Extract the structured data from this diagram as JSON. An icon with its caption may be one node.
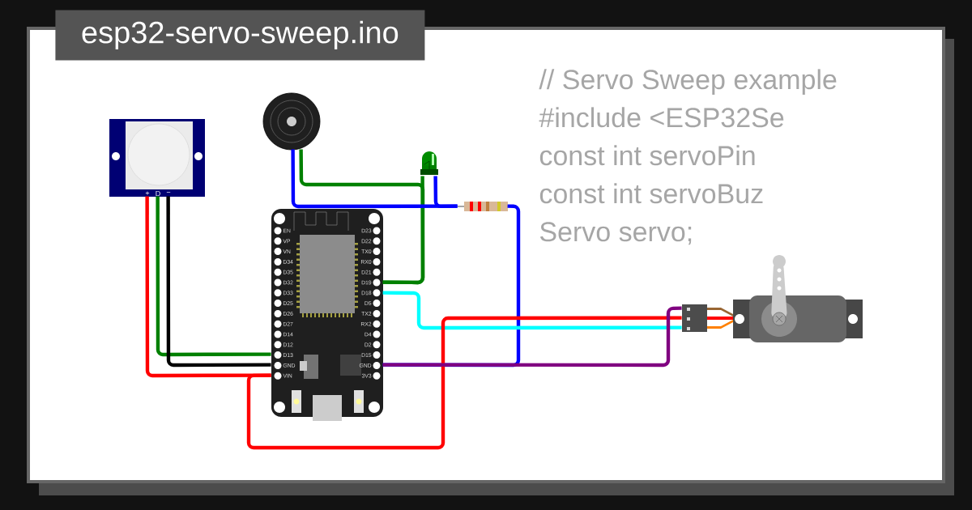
{
  "diagram": {
    "title": "esp32-servo-sweep.ino",
    "nodes": [
      {
        "text": [],
        "shape": "picture"
      },
      {
        "text": [],
        "shape": "picture"
      },
      {
        "text": [],
        "shape": "picture"
      },
      {
        "text": [],
        "shape": "picture"
      },
      {
        "text": [],
        "shape": "picture"
      },
      {
        "text": [],
        "shape": "picture"
      }
    ],
    "edges": [
      {
        "from": 0,
        "to": 4,
        "arrow": "none",
        "color": "#ff0000"
      },
      {
        "from": 0,
        "to": 4,
        "arrow": "none",
        "color": "#008000"
      },
      {
        "from": 0,
        "to": 4,
        "arrow": "none",
        "color": "#000000"
      },
      {
        "from": 1,
        "to": 4,
        "arrow": "none",
        "color": "#008000"
      },
      {
        "from": 2,
        "to": 4,
        "arrow": "none",
        "color": "#008000"
      },
      {
        "from": 1,
        "to": 3,
        "arrow": "none",
        "color": "#0000ff"
      },
      {
        "from": 2,
        "to": 3,
        "arrow": "none",
        "color": "#0000ff"
      },
      {
        "from": 3,
        "to": 4,
        "arrow": "none",
        "color": "#0000ff"
      },
      {
        "from": 4,
        "to": 5,
        "arrow": "none",
        "color": "#00ffff"
      },
      {
        "from": 4,
        "to": 5,
        "arrow": "none",
        "color": "#ff0000"
      },
      {
        "from": 5,
        "to": 4,
        "arrow": "none",
        "color": "#800080"
      }
    ],
    "labels": [
      "// Servo Sweep example",
      "#include <ESP32Se",
      "const int servoPin",
      "const int servoBuz",
      "Servo servo;",
      "+",
      "D",
      "−",
      "EN",
      "VP",
      "VN",
      "D34",
      "D35",
      "D32",
      "D33",
      "D25",
      "D26",
      "D27",
      "D14",
      "D12",
      "D13",
      "GND",
      "VIN",
      "D23",
      "D22",
      "TX0",
      "RX0",
      "D21",
      "D19",
      "D18",
      "D5",
      "TX2",
      "RX2",
      "D4",
      "D2",
      "D15",
      "GND",
      "3V3"
    ]
  }
}
